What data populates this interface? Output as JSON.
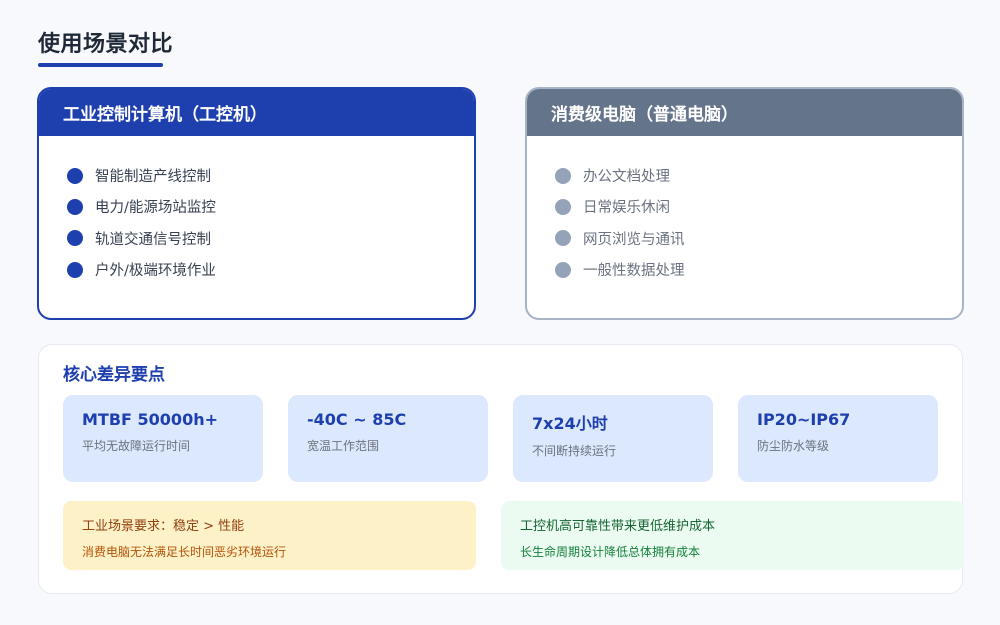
{
  "page": {
    "title": "使用场景对比"
  },
  "colors": {
    "primary": "#1e3fae",
    "secondary": "#64748b",
    "metric_bg": "#dbe8fd",
    "warn_bg": "#fdf1c8",
    "good_bg": "#ecfbf1"
  },
  "cards": {
    "industrial": {
      "title": "工业控制计算机（工控机）",
      "items": [
        "智能制造产线控制",
        "电力/能源场站监控",
        "轨道交通信号控制",
        "户外/极端环境作业"
      ]
    },
    "consumer": {
      "title": "消费级电脑（普通电脑）",
      "items": [
        "办公文档处理",
        "日常娱乐休闲",
        "网页浏览与通讯",
        "一般性数据处理"
      ]
    }
  },
  "differences": {
    "title": "核心差异要点",
    "metrics": [
      {
        "value": "MTBF 50000h+",
        "label": "平均无故障运行时间"
      },
      {
        "value": "-40C ~ 85C",
        "label": "宽温工作范围"
      },
      {
        "value": "7x24小时",
        "label": "不间断持续运行"
      },
      {
        "value": "IP20~IP67",
        "label": "防尘防水等级"
      }
    ],
    "notes": {
      "warning": {
        "main": "工业场景要求：稳定 > 性能",
        "sub": "消费电脑无法满足长时间恶劣环境运行"
      },
      "benefit": {
        "main": "工控机高可靠性带来更低维护成本",
        "sub": "长生命周期设计降低总体拥有成本"
      }
    }
  }
}
